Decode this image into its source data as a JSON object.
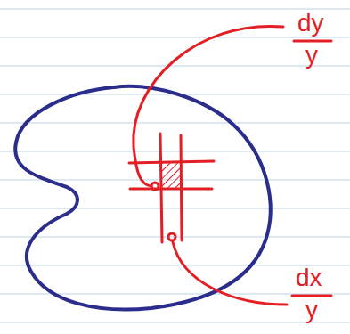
{
  "diagram": {
    "labels": [
      "dy",
      "y",
      "dx",
      "y"
    ]
  }
}
